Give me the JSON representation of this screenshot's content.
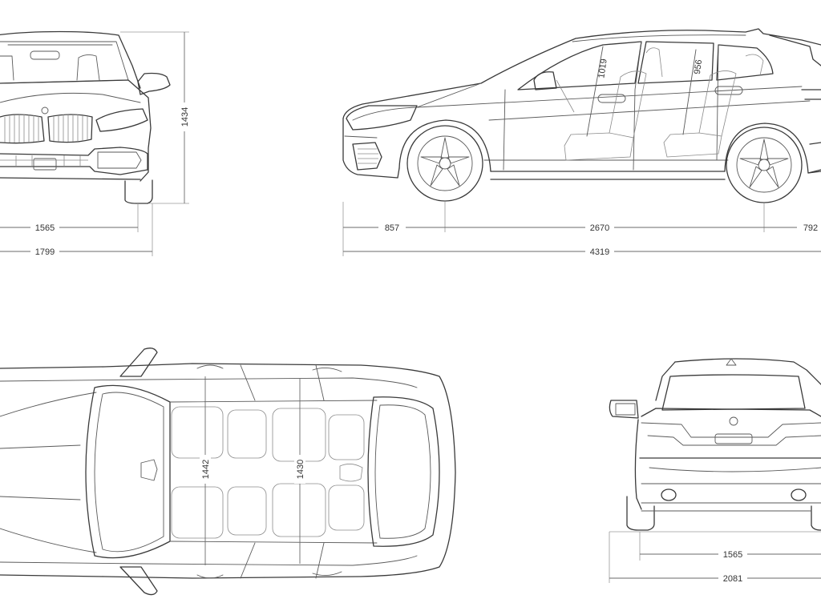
{
  "views": {
    "front": {
      "height": "1434",
      "track": "1565",
      "width": "1799"
    },
    "side": {
      "front_overhang": "857",
      "wheelbase": "2670",
      "rear_overhang": "792",
      "length": "4319",
      "front_headroom": "1019",
      "rear_headroom": "956"
    },
    "top": {
      "front_shoulder": "1442",
      "rear_shoulder": "1430"
    },
    "rear": {
      "track": "1565",
      "width_mirrors": "2081"
    }
  },
  "colors": {
    "line": "#3a3a3a",
    "dimension": "#6a6a6a",
    "background": "#ffffff"
  }
}
